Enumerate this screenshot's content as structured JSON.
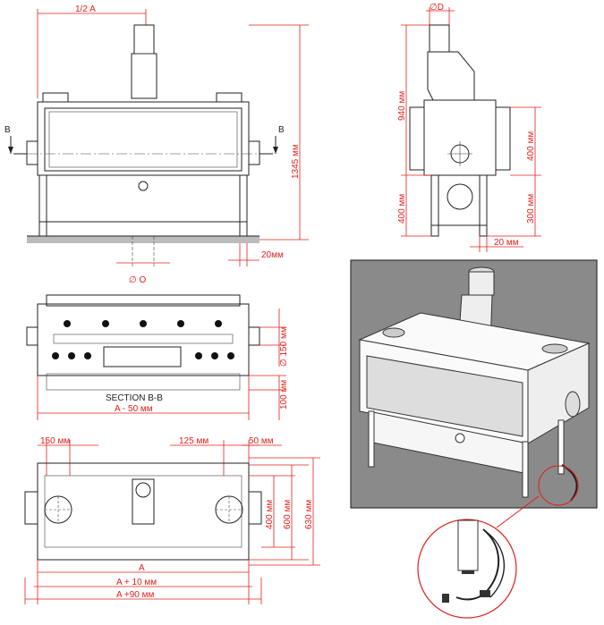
{
  "front_view": {
    "half_width": "1/2 A",
    "total_height": "1345 мм",
    "offset": "20мм",
    "flue_diameter": "∅ O",
    "section_mark_left": "B",
    "section_mark_right": "B"
  },
  "side_view": {
    "diameter": "∅D",
    "upper_height": "940 мм",
    "lower_height": "400 мм",
    "body_height": "400 мм",
    "leg_height": "300 мм",
    "offset": "20 мм"
  },
  "section_view": {
    "title": "SECTION B-B",
    "width": "A - 50 мм",
    "diameter": "∅ 150 мм",
    "depth": "100 мм"
  },
  "top_view": {
    "left_spigot": "150 мм",
    "spigot_offset": "125 мм",
    "right_spigot": "50 мм",
    "inner_depth": "400 мм",
    "mid_depth": "600 мм",
    "outer_depth": "630 мм",
    "width_a": "A",
    "width_a10": "A + 10 мм",
    "width_a90": "A +90 мм"
  }
}
